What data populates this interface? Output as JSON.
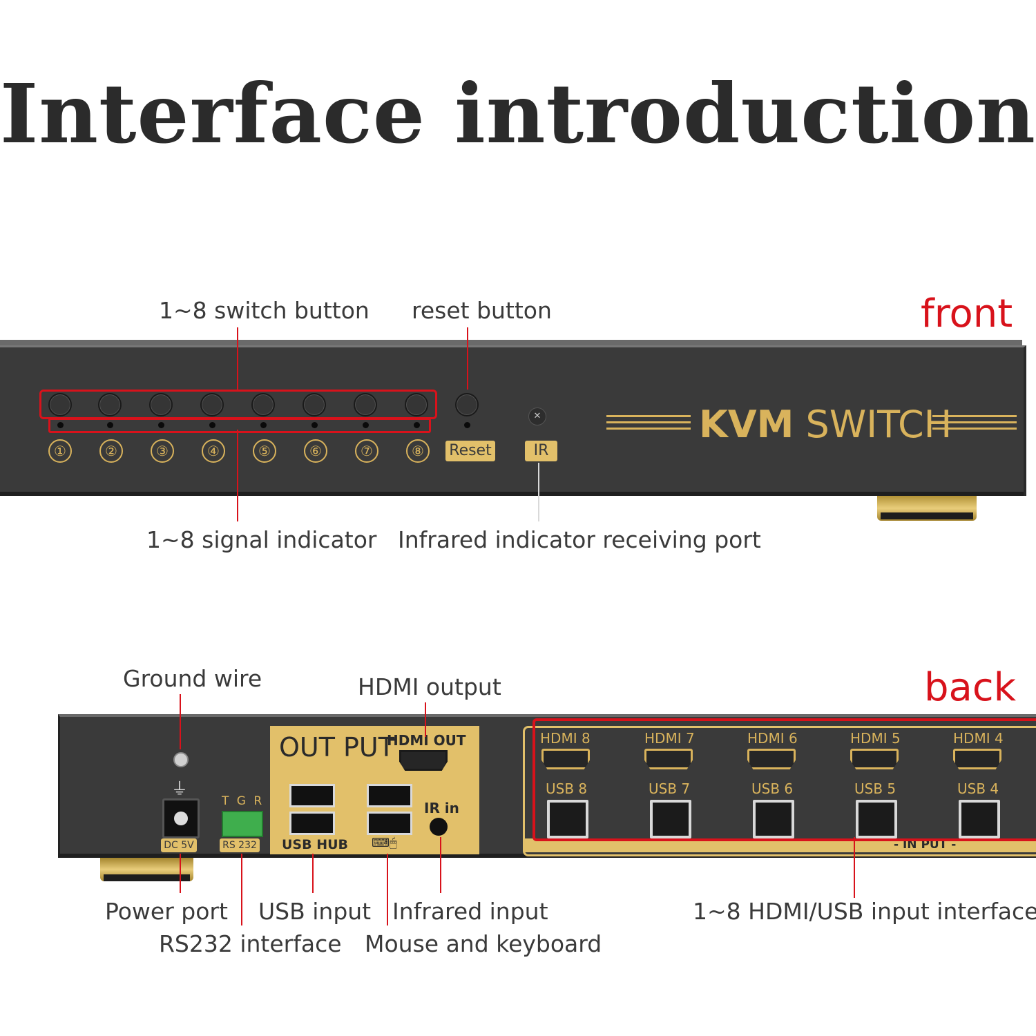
{
  "title": "Interface introduction",
  "front": {
    "side_label": "front",
    "labels": {
      "switch_button": "1~8 switch button",
      "reset_button": "reset button",
      "signal_indicator": "1~8 signal indicator",
      "ir_port": "Infrared indicator receiving port"
    },
    "numbers": [
      "①",
      "②",
      "③",
      "④",
      "⑤",
      "⑥",
      "⑦",
      "⑧"
    ],
    "reset_tag": "Reset",
    "ir_tag": "IR",
    "logo_bold": "KVM",
    "logo_rest": "SWITCH"
  },
  "back": {
    "side_label": "back",
    "labels": {
      "ground_wire": "Ground wire",
      "hdmi_output": "HDMI output",
      "power_port": "Power port",
      "usb_input": "USB input",
      "infrared_input": "Infrared input",
      "rs232_interface": "RS232 interface",
      "mouse_keyboard": "Mouse and keyboard",
      "hdmi_usb_input": "1~8 HDMI/USB input interface"
    },
    "dc_tag": "DC 5V",
    "rs232_tag": "RS 232",
    "tgr": "T G R",
    "output_title": "OUT PUT",
    "hdmi_out": "HDMI OUT",
    "usb_hub": "USB HUB",
    "ir_in": "IR in",
    "input_footer": "- IN PUT -",
    "hdmi_ports": [
      "HDMI  8",
      "HDMI 7",
      "HDMI 6",
      "HDMI 5",
      "HDMI 4"
    ],
    "usb_ports": [
      "USB 8",
      "USB 7",
      "USB 6",
      "USB 5",
      "USB 4"
    ]
  },
  "colors": {
    "accent_red": "#d8121b",
    "gold": "#d9b35c",
    "panel": "#3a3a3a"
  }
}
